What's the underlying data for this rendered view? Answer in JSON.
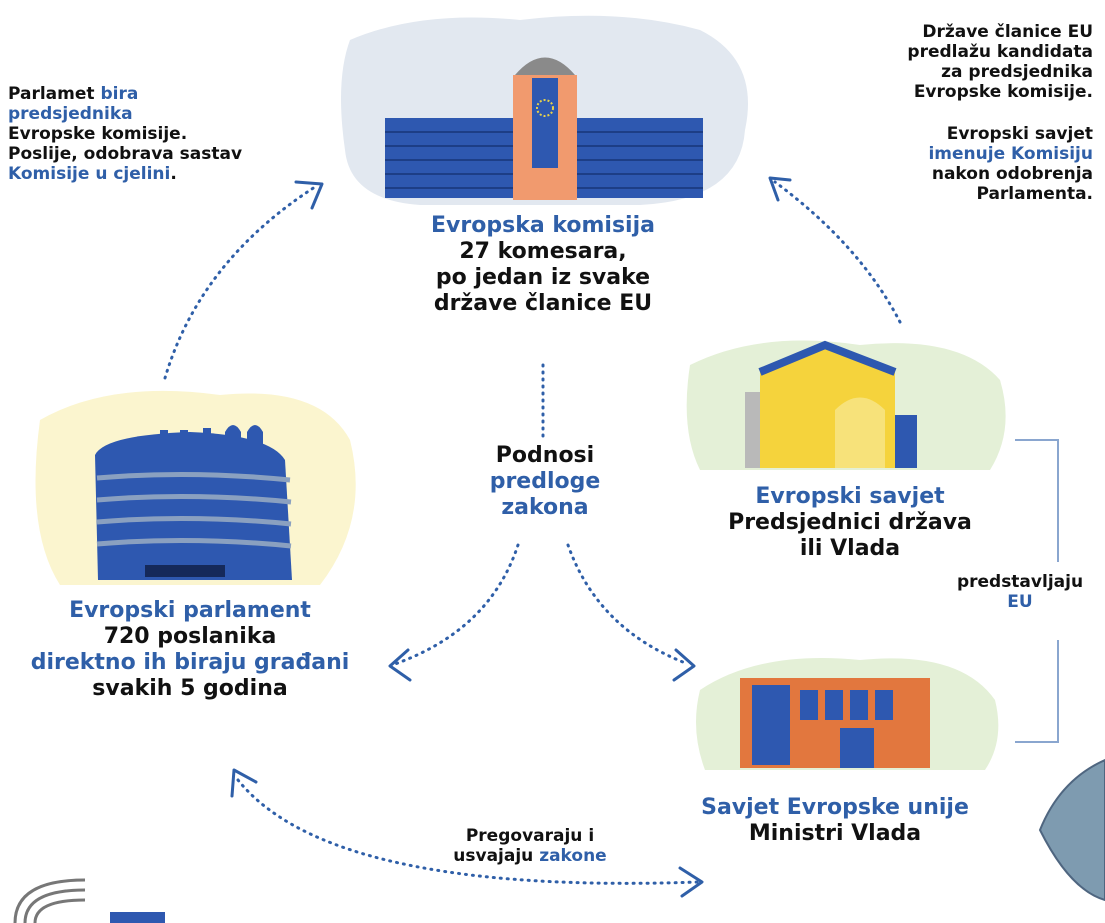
{
  "top_left_note": {
    "l1a": "Parlamet ",
    "l1b": "bira",
    "l2": "predsjednika",
    "l3": "Evropske komisije.",
    "l4": "Poslije, odobrava sastav",
    "l5": "Komisije u cjelini",
    "l5end": "."
  },
  "top_right_note": {
    "lines": [
      "Države članice EU",
      "predlažu kandidata",
      "za predsjednika",
      "Evropske komisije."
    ],
    "p2l1": "Evropski savjet",
    "p2l2": "imenuje Komisiju",
    "p2l3": "nakon odobrenja",
    "p2l4": "Parlamenta."
  },
  "commission": {
    "name": "Evropska komisija",
    "l1": "27 komesara,",
    "l2": "po jedan iz svake",
    "l3": "države članice EU"
  },
  "proposes": {
    "l1": "Podnosi",
    "l2": "predloge",
    "l3": "zakona"
  },
  "parliament": {
    "name": "Evropski parlament",
    "l1": "720 poslanika",
    "l2": "direktno ih biraju građani",
    "l3": "svakih 5 godina"
  },
  "european_council": {
    "name": "Evropski savjet",
    "l1": "Predsjednici država",
    "l2": "ili Vlada"
  },
  "represent": {
    "l1": "predstavljaju",
    "l2": "EU"
  },
  "council_eu": {
    "name": "Savjet Evropske unije",
    "l1": "Ministri Vlada"
  },
  "negotiate": {
    "l1": "Pregovaraju i",
    "l2a": "usvajaju ",
    "l2b": "zakone"
  },
  "colors": {
    "accent_blue": "#2f5fa8",
    "dotted": "#2f5fa8",
    "bracket": "#8aa6cf"
  },
  "icons": [
    "commission-building-icon",
    "parliament-building-icon",
    "council-building-icon",
    "council-eu-building-icon",
    "parliament-logo-icon",
    "map-icon"
  ]
}
